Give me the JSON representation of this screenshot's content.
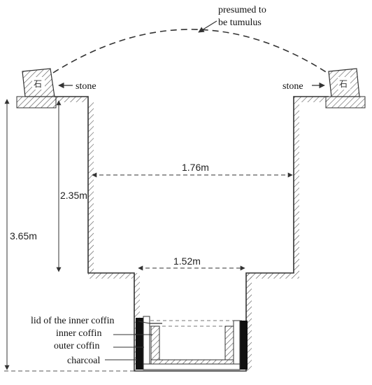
{
  "labels": {
    "tumulus": [
      "presumed to",
      "be tumulus"
    ],
    "stone_left": "stone",
    "stone_right": "stone",
    "stone_glyph": "石",
    "width_upper": "1.76m",
    "depth_upper": "2.35m",
    "depth_total": "3.65m",
    "width_lower": "1.52m",
    "lid_inner_coffin": "lid of the inner coffin",
    "inner_coffin": "inner coffin",
    "outer_coffin": "outer coffin",
    "charcoal": "charcoal"
  },
  "colors": {
    "line": "#333333",
    "charcoal": "#111111",
    "hatch": "#555555"
  }
}
